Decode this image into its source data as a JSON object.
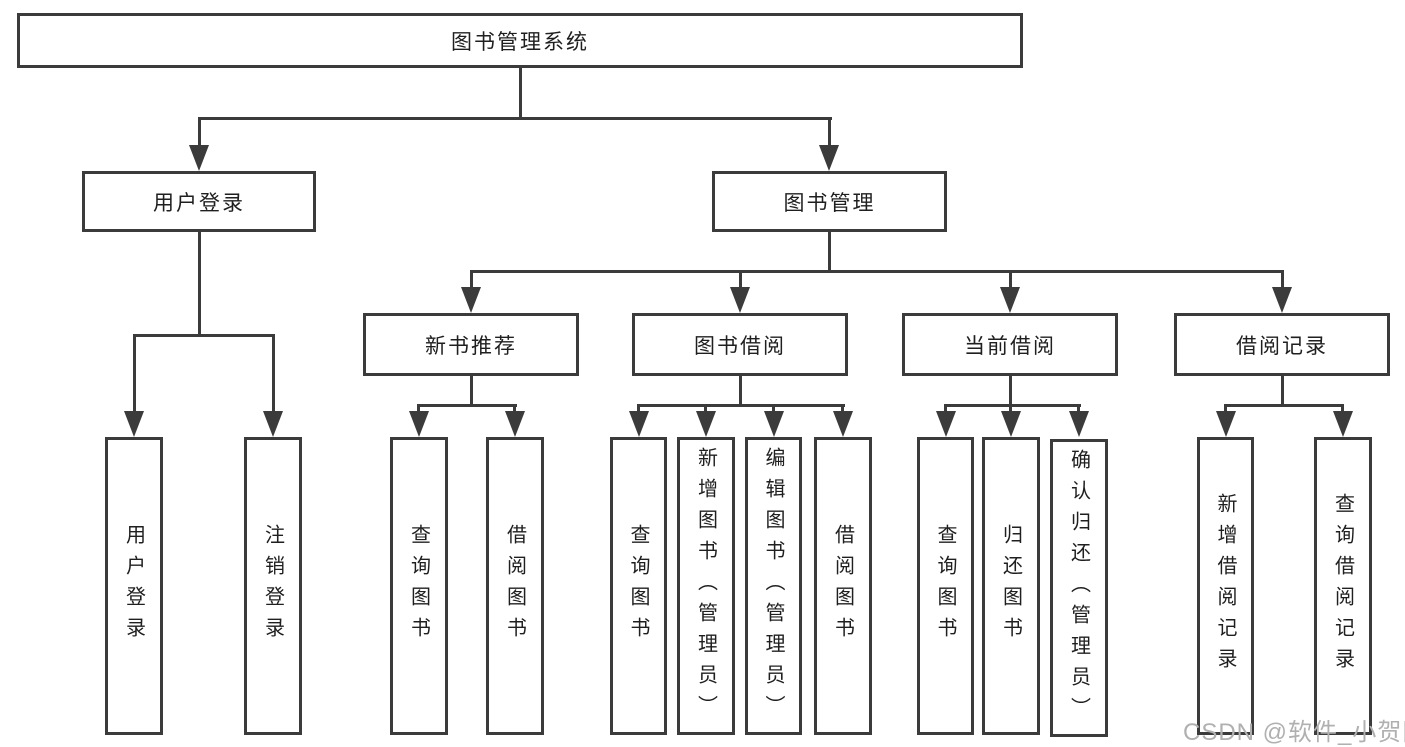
{
  "tree": {
    "label": "图书管理系统",
    "children": [
      {
        "label": "用户登录",
        "children": [
          {
            "label": "用户登录"
          },
          {
            "label": "注销登录"
          }
        ]
      },
      {
        "label": "图书管理",
        "children": [
          {
            "label": "新书推荐",
            "children": [
              {
                "label": "查询图书"
              },
              {
                "label": "借阅图书"
              }
            ]
          },
          {
            "label": "图书借阅",
            "children": [
              {
                "label": "查询图书"
              },
              {
                "label": "新增图书（管理员）"
              },
              {
                "label": "编辑图书（管理员）"
              },
              {
                "label": "借阅图书"
              }
            ]
          },
          {
            "label": "当前借阅",
            "children": [
              {
                "label": "查询图书"
              },
              {
                "label": "归还图书"
              },
              {
                "label": "确认归还（管理员）"
              }
            ]
          },
          {
            "label": "借阅记录",
            "children": [
              {
                "label": "新增借阅记录"
              },
              {
                "label": "查询借阅记录"
              }
            ]
          }
        ]
      }
    ]
  },
  "watermark": {
    "text": "CSDN @软件_小贺同学"
  },
  "colors": {
    "line": "#3b3b3b",
    "text": "#1f1f1f",
    "background": "#ffffff",
    "watermark": "#b0b0b0"
  }
}
